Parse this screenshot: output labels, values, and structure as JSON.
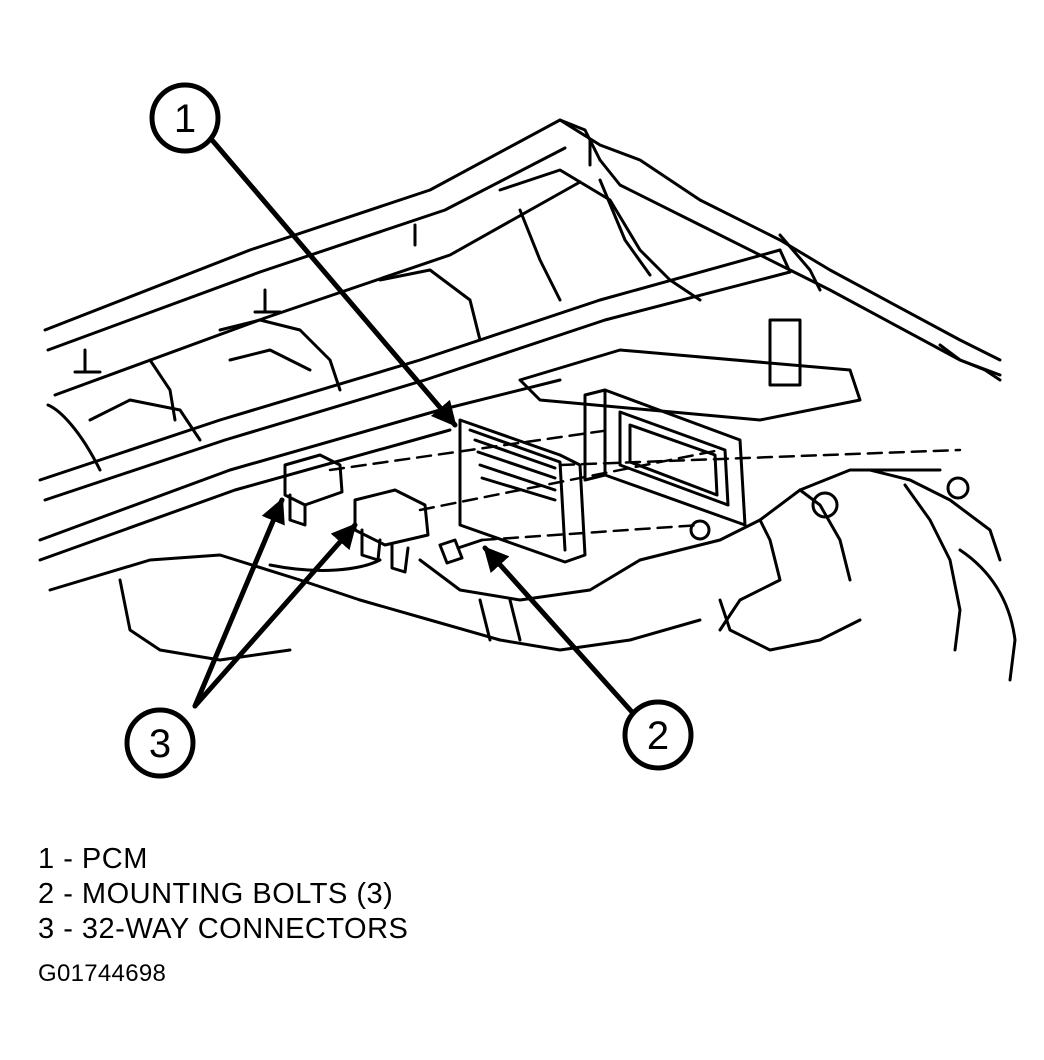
{
  "callouts": [
    {
      "number": "1",
      "target": "PCM"
    },
    {
      "number": "2",
      "target": "mounting bolt"
    },
    {
      "number": "3",
      "target": "32-way connectors"
    }
  ],
  "legend": [
    {
      "number": "1",
      "separator": " - ",
      "text": "PCM"
    },
    {
      "number": "2",
      "separator": " - ",
      "text": "MOUNTING BOLTS (3)"
    },
    {
      "number": "3",
      "separator": " - ",
      "text": "32-WAY CONNECTORS"
    }
  ],
  "figure_id": "G01744698",
  "colors": {
    "line": "#000000",
    "background": "#ffffff"
  }
}
